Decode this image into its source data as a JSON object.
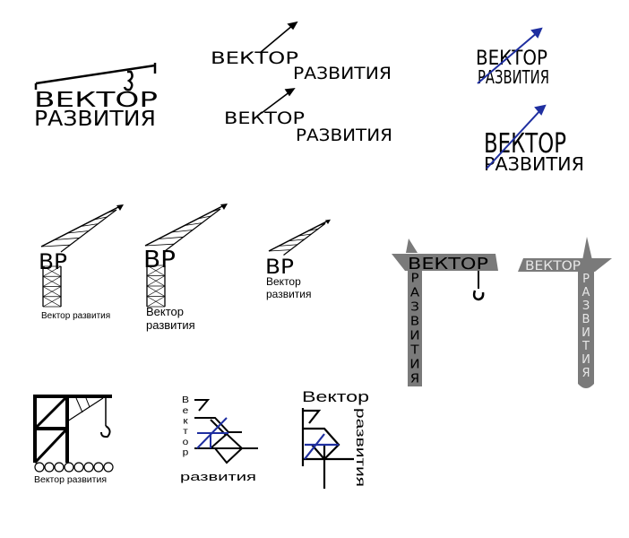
{
  "logos": {
    "logo1": {
      "line1": "ВЕКТОР",
      "line2": "РАЗВИТИЯ"
    },
    "logo2": {
      "line1": "ВЕКТОР",
      "line2": "РАЗВИТИЯ"
    },
    "logo3": {
      "line1": "ВЕКТОР",
      "line2": "РАЗВИТИЯ"
    },
    "logo4": {
      "line1": "ВЕКТОР",
      "line2": "РАЗВИТИЯ"
    },
    "logo5": {
      "line1": "ВЕКТОР",
      "line2": "РАЗВИТИЯ"
    },
    "crane1": {
      "mark": "ВР",
      "caption": "Вектор развития"
    },
    "crane2": {
      "mark": "ВР",
      "line1": "Вектор",
      "line2": "развития"
    },
    "crane3": {
      "mark": "ВР",
      "line1": "Вектор",
      "line2": "развития"
    },
    "tower1": {
      "line1": "ВЕКТОР",
      "line2": "РАЗВИТИЯ"
    },
    "tower2": {
      "line1": "ВЕКТОР",
      "line2": "РАЗВИТИЯ"
    },
    "frame": {
      "caption": "Вектор развития"
    },
    "vertical1": {
      "line1": "Вектор",
      "line2": "развития"
    },
    "vertical2": {
      "line1": "Вектор",
      "line2": "развития"
    }
  },
  "colors": {
    "ink": "#000000",
    "accent": "#1f2fa0",
    "grey": "#7a7a7a",
    "light": "#e6e6e6"
  }
}
